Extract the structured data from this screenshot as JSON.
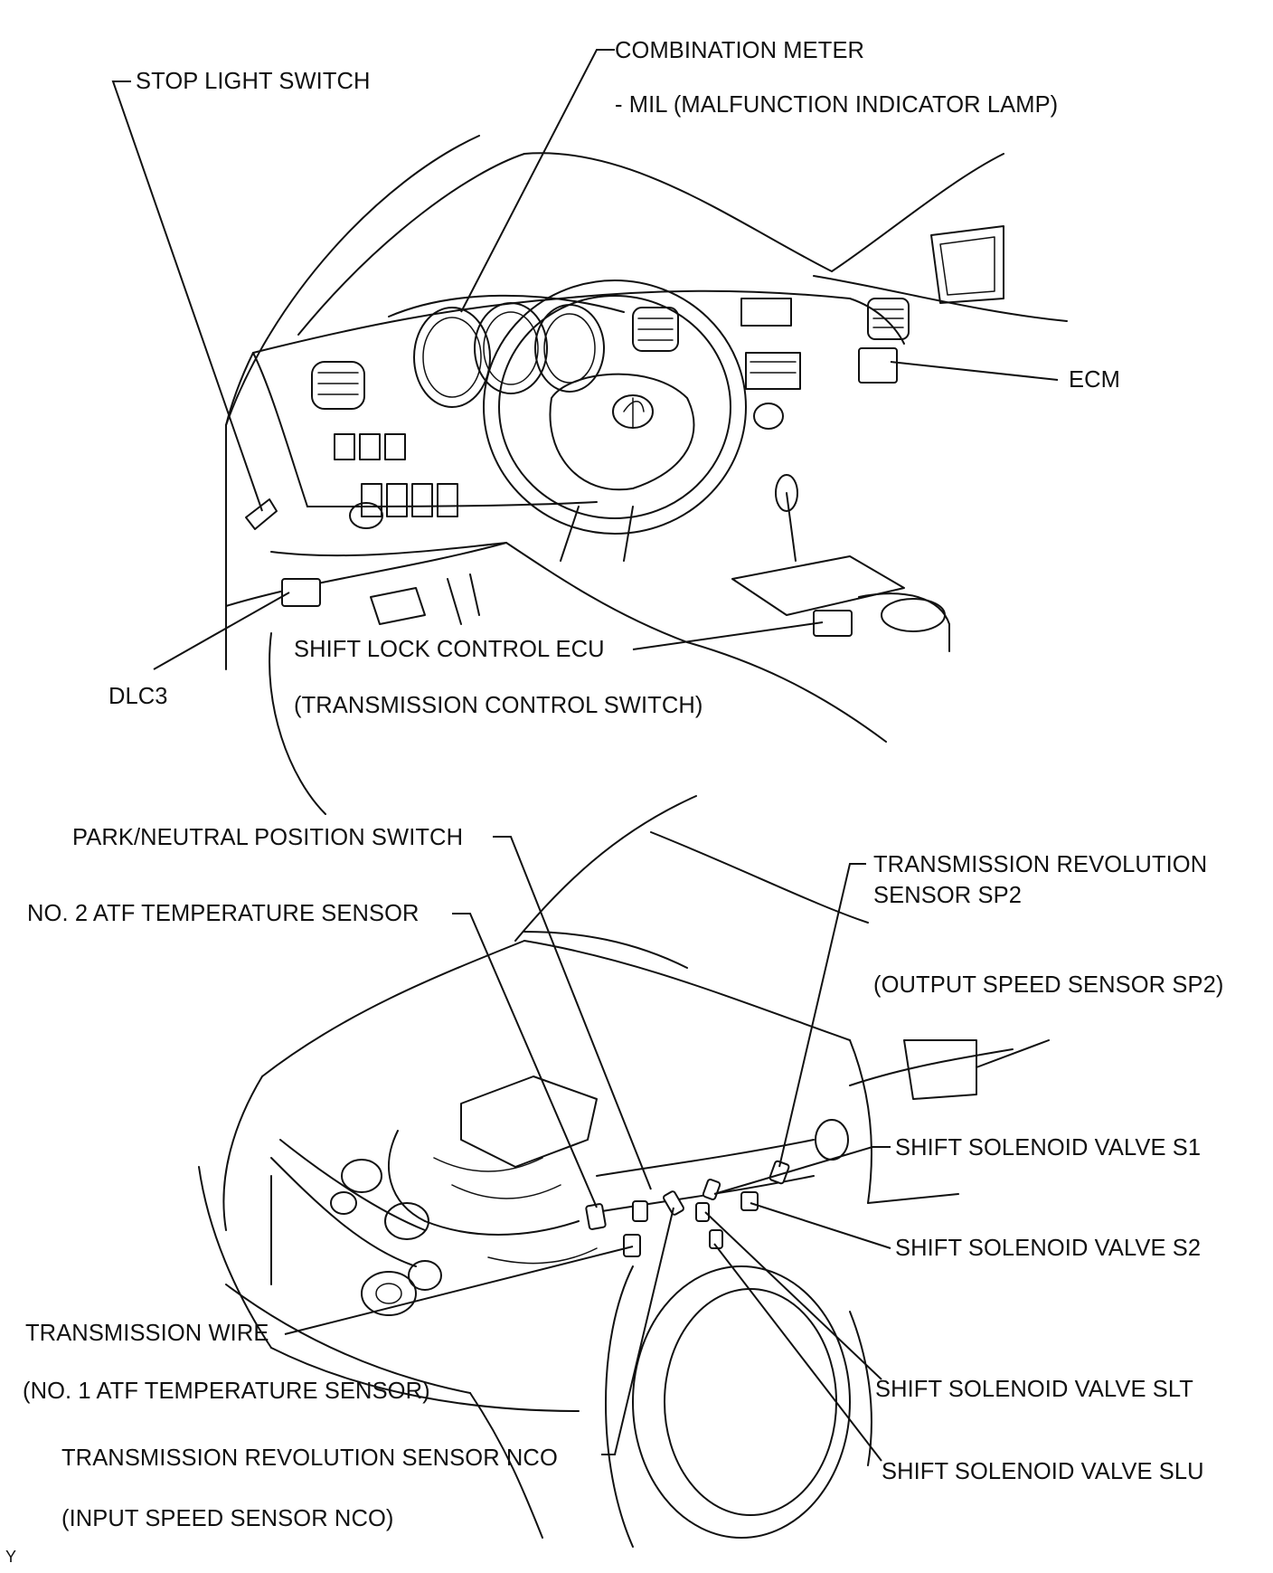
{
  "labels": {
    "stop_light_switch": "STOP LIGHT SWITCH",
    "combination_meter": "COMBINATION METER",
    "mil": "- MIL (MALFUNCTION INDICATOR LAMP)",
    "ecm": "ECM",
    "dlc3": "DLC3",
    "shift_lock_control_ecu": "SHIFT LOCK CONTROL ECU",
    "transmission_control_switch": "(TRANSMISSION CONTROL SWITCH)",
    "park_neutral_position_switch": "PARK/NEUTRAL POSITION SWITCH",
    "no2_atf_temperature_sensor": "NO. 2 ATF TEMPERATURE SENSOR",
    "transmission_revolution_sensor_sp2_line1": "TRANSMISSION REVOLUTION",
    "transmission_revolution_sensor_sp2_line2": "SENSOR SP2",
    "output_speed_sensor_sp2": "(OUTPUT SPEED SENSOR SP2)",
    "shift_solenoid_valve_s1": "SHIFT SOLENOID VALVE S1",
    "shift_solenoid_valve_s2": "SHIFT SOLENOID VALVE S2",
    "transmission_wire": "TRANSMISSION WIRE",
    "no1_atf_temperature_sensor": "(NO. 1 ATF TEMPERATURE SENSOR)",
    "shift_solenoid_valve_slt": "SHIFT SOLENOID VALVE SLT",
    "transmission_revolution_sensor_nco": "TRANSMISSION REVOLUTION SENSOR NCO",
    "input_speed_sensor_nco": "(INPUT SPEED SENSOR NCO)",
    "shift_solenoid_valve_slu": "SHIFT SOLENOID VALVE SLU",
    "figure_code": "Y"
  }
}
